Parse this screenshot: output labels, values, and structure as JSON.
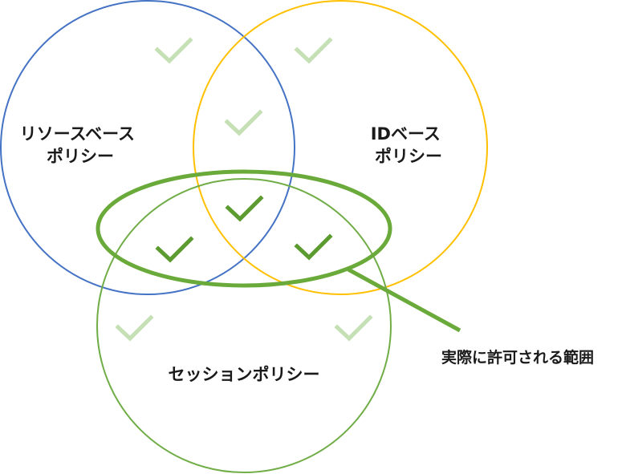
{
  "diagram": {
    "sets": [
      {
        "id": "resource",
        "label_lines": [
          "リソースベース",
          "ポリシー"
        ],
        "stroke": "#4472C4"
      },
      {
        "id": "id",
        "label_lines": [
          "IDベース",
          "ポリシー"
        ],
        "stroke": "#FFC000"
      },
      {
        "id": "session",
        "label_lines": [
          "セッションポリシー"
        ],
        "stroke": "#70AD47"
      }
    ],
    "checkmarks": [
      {
        "region": "resource-only",
        "style": "light"
      },
      {
        "region": "id-only",
        "style": "light"
      },
      {
        "region": "resource-id",
        "style": "light"
      },
      {
        "region": "all-three",
        "style": "strong"
      },
      {
        "region": "resource-session",
        "style": "strong"
      },
      {
        "region": "id-session",
        "style": "strong"
      },
      {
        "region": "session-only-left",
        "style": "light"
      },
      {
        "region": "session-only-right",
        "style": "light"
      }
    ],
    "highlight": {
      "label": "実際に許可される範囲",
      "stroke": "#6AAA3A"
    },
    "colors": {
      "check_light": "#C5E0B4",
      "check_strong": "#5B9B30",
      "text": "#1a1a1a"
    }
  }
}
